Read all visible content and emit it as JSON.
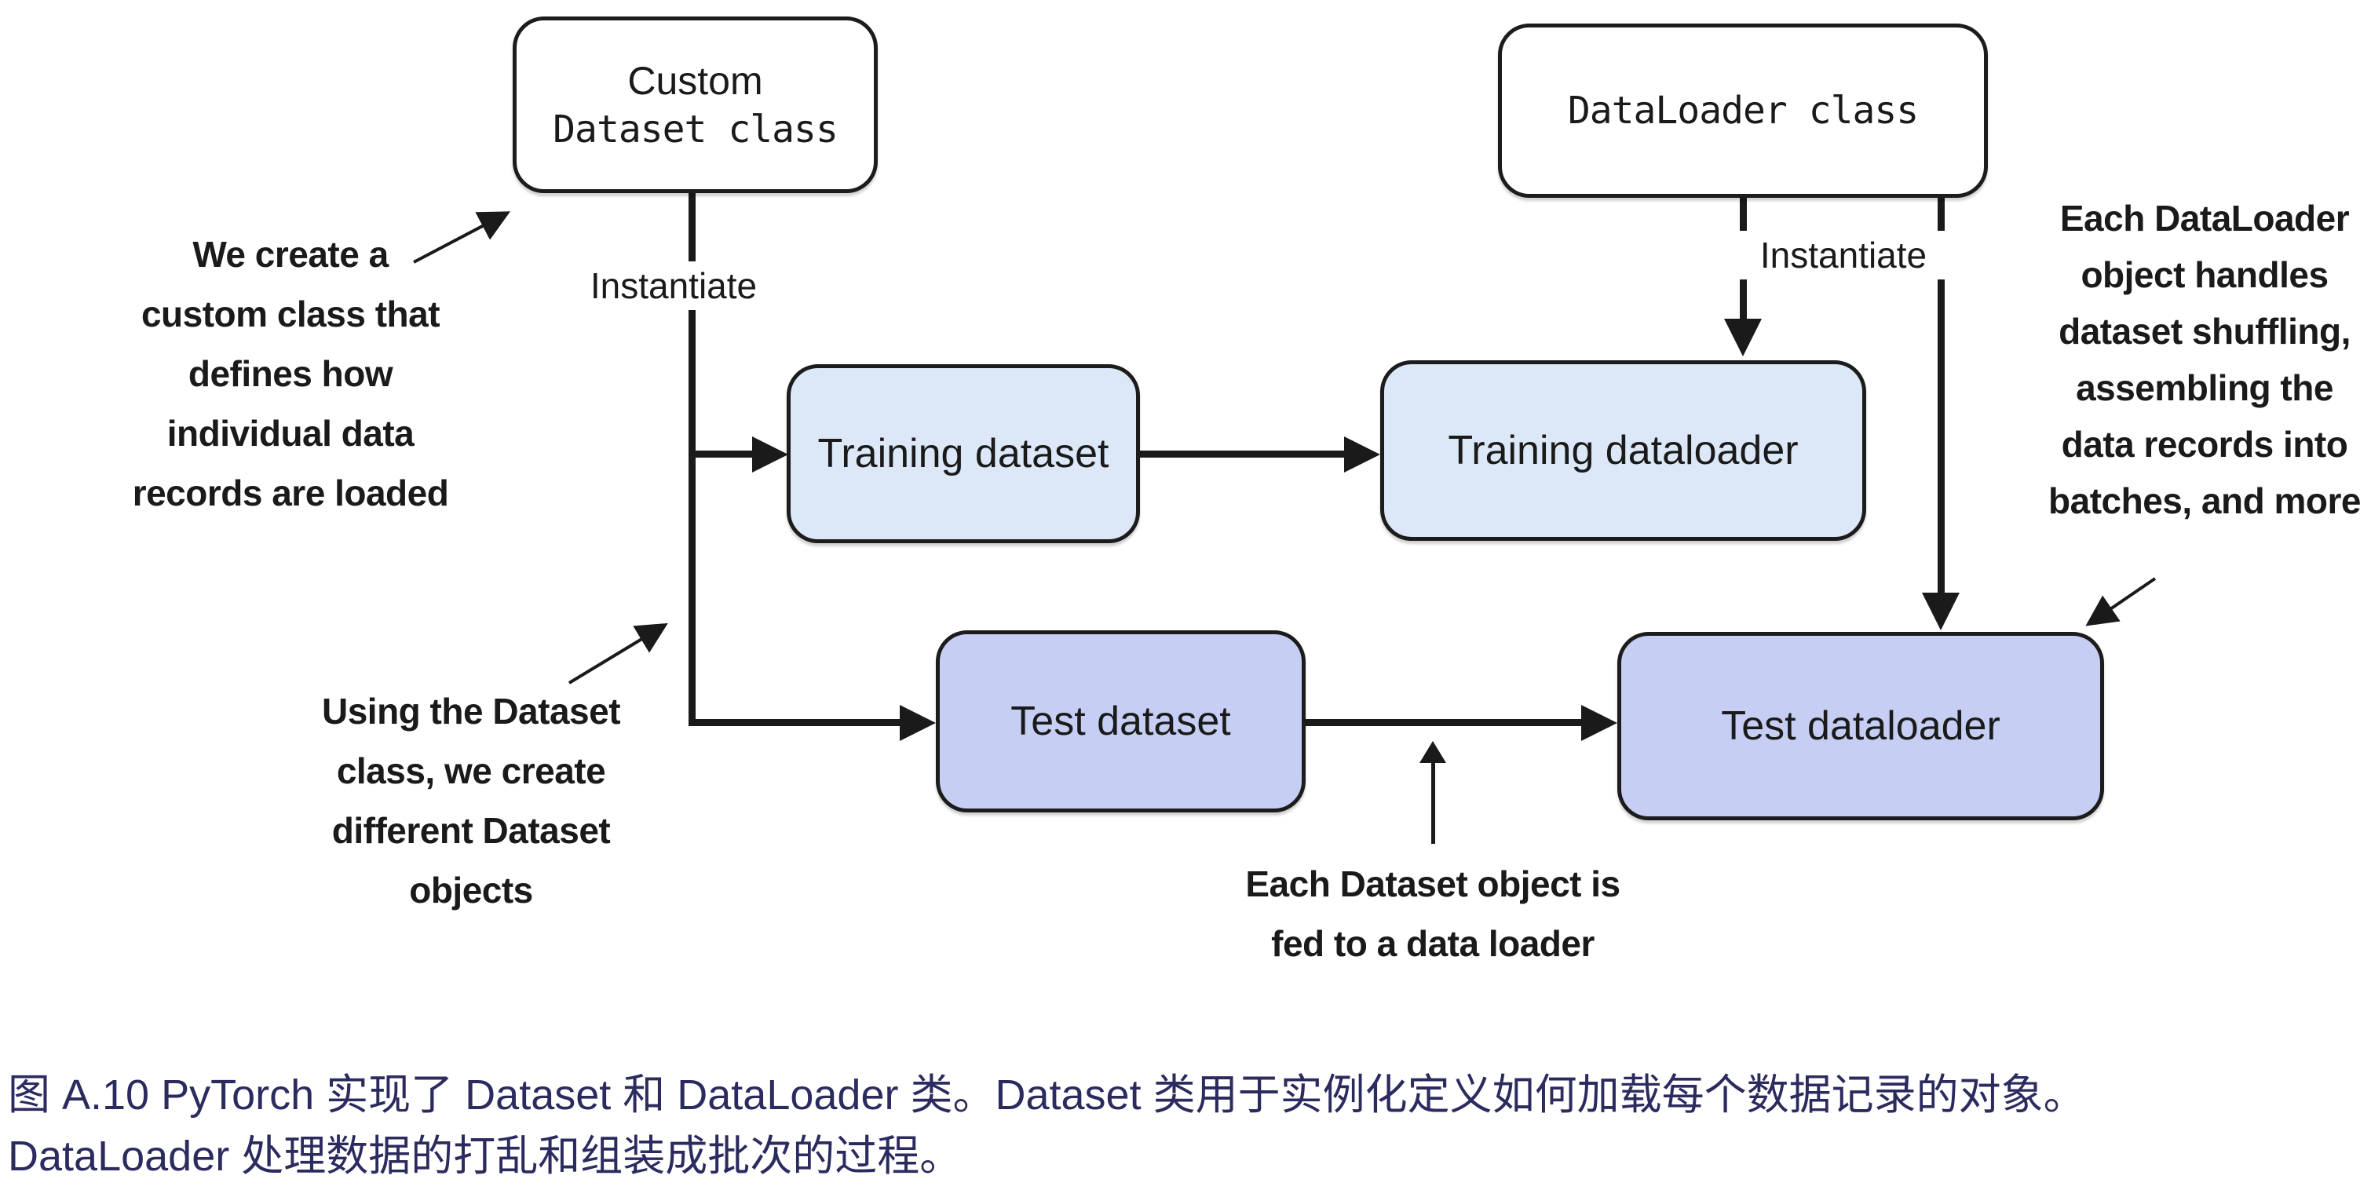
{
  "diagram": {
    "boxes": {
      "custom_dataset": {
        "line1": "Custom",
        "line2": "Dataset class"
      },
      "dataloader": {
        "label": "DataLoader class"
      },
      "training_dataset": {
        "label": "Training dataset"
      },
      "training_dataloader": {
        "label": "Training dataloader"
      },
      "test_dataset": {
        "label": "Test dataset"
      },
      "test_dataloader": {
        "label": "Test dataloader"
      }
    },
    "labels": {
      "instantiate_left": "Instantiate",
      "instantiate_right": "Instantiate"
    },
    "annotations": {
      "create_custom": "We create a\ncustom class that\ndefines how\nindividual data\nrecords are loaded",
      "using_dataset": "Using the Dataset\nclass, we create\ndifferent Dataset\nobjects",
      "fed_to_loader": "Each Dataset object is\nfed to a data loader",
      "dataloader_handles": "Each DataLoader\nobject handles\ndataset shuffling,\nassembling the\ndata records into\nbatches, and more"
    },
    "colors": {
      "light_box": "#dce8f7",
      "dark_box": "#c6cff3",
      "line": "#1a1a1a",
      "caption_text": "#2b2b5f"
    }
  },
  "caption": {
    "line1": "图 A.10 PyTorch 实现了 Dataset 和 DataLoader 类。Dataset 类用于实例化定义如何加载每个数据记录的对象。",
    "line2": "DataLoader 处理数据的打乱和组装成批次的过程。"
  }
}
